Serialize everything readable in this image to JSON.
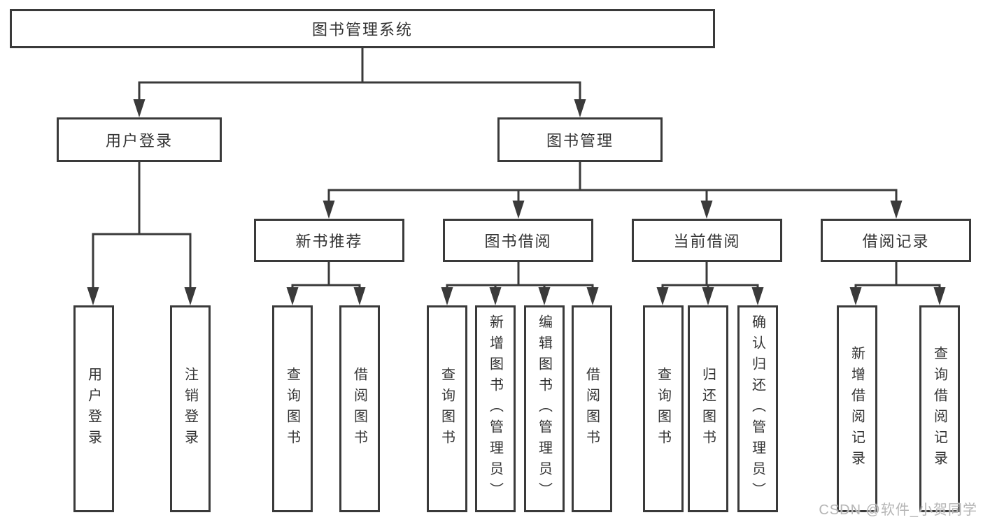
{
  "diagram": {
    "type": "hierarchy-tree",
    "colors": {
      "line": "#3a3a3a",
      "box_border": "#3a3a3a",
      "box_background": "#ffffff",
      "text": "#333333",
      "watermark_text": "#b5b5b5",
      "page_background": "#ffffff"
    },
    "tree": {
      "label": "图书管理系统",
      "children": [
        {
          "label": "用户登录",
          "children": [
            {
              "label": "用户登录"
            },
            {
              "label": "注销登录"
            }
          ]
        },
        {
          "label": "图书管理",
          "children": [
            {
              "label": "新书推荐",
              "children": [
                {
                  "label": "查询图书"
                },
                {
                  "label": "借阅图书"
                }
              ]
            },
            {
              "label": "图书借阅",
              "children": [
                {
                  "label": "查询图书"
                },
                {
                  "label": "新增图书（管理员）"
                },
                {
                  "label": "编辑图书（管理员）"
                },
                {
                  "label": "借阅图书"
                }
              ]
            },
            {
              "label": "当前借阅",
              "children": [
                {
                  "label": "查询图书"
                },
                {
                  "label": "归还图书"
                },
                {
                  "label": "确认归还（管理员）"
                }
              ]
            },
            {
              "label": "借阅记录",
              "children": [
                {
                  "label": "新增借阅记录"
                },
                {
                  "label": "查询借阅记录"
                }
              ]
            }
          ]
        }
      ]
    },
    "watermark": {
      "text": "CSDN @软件_小贺同学"
    }
  }
}
